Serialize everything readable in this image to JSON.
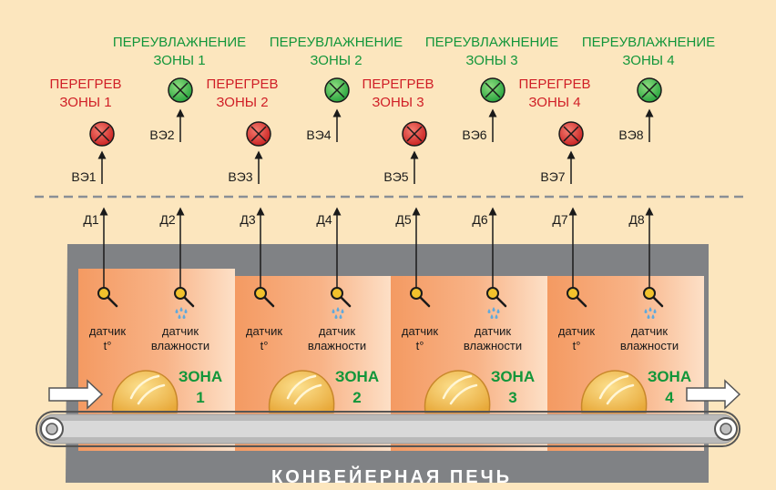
{
  "oven_title": "КОНВЕЙЕРНАЯ ПЕЧЬ",
  "colors": {
    "background": "#FCE6BE",
    "oven_gray": "#808285",
    "zone_orange": "#F6A46E",
    "overheat_text": "#D01E26",
    "overheat_lamp": "#D9312C",
    "humidity_text": "#12963A",
    "humidity_lamp": "#3CB44A",
    "zone_label": "#12963A",
    "conveyor": "#8C8C8C"
  },
  "zones": [
    {
      "zone_label": "ЗОНА",
      "zone_num": "1",
      "overheat_line1": "ПЕРЕГРЕВ",
      "overheat_line2": "ЗОНЫ 1",
      "humidity_line1": "ПЕРЕУВЛАЖНЕНИЕ",
      "humidity_line2": "ЗОНЫ 1",
      "overheat_output": "ВЭ1",
      "humidity_output": "ВЭ2",
      "temp_sensor_id": "Д1",
      "humidity_sensor_id": "Д2",
      "temp_label_line1": "датчик",
      "temp_label_line2": "t°",
      "humidity_label_line1": "датчик",
      "humidity_label_line2": "влажности"
    },
    {
      "zone_label": "ЗОНА",
      "zone_num": "2",
      "overheat_line1": "ПЕРЕГРЕВ",
      "overheat_line2": "ЗОНЫ 2",
      "humidity_line1": "ПЕРЕУВЛАЖНЕНИЕ",
      "humidity_line2": "ЗОНЫ 2",
      "overheat_output": "ВЭ3",
      "humidity_output": "ВЭ4",
      "temp_sensor_id": "Д3",
      "humidity_sensor_id": "Д4",
      "temp_label_line1": "датчик",
      "temp_label_line2": "t°",
      "humidity_label_line1": "датчик",
      "humidity_label_line2": "влажности"
    },
    {
      "zone_label": "ЗОНА",
      "zone_num": "3",
      "overheat_line1": "ПЕРЕГРЕВ",
      "overheat_line2": "ЗОНЫ 3",
      "humidity_line1": "ПЕРЕУВЛАЖНЕНИЕ",
      "humidity_line2": "ЗОНЫ 3",
      "overheat_output": "ВЭ5",
      "humidity_output": "ВЭ6",
      "temp_sensor_id": "Д5",
      "humidity_sensor_id": "Д6",
      "temp_label_line1": "датчик",
      "temp_label_line2": "t°",
      "humidity_label_line1": "датчик",
      "humidity_label_line2": "влажности"
    },
    {
      "zone_label": "ЗОНА",
      "zone_num": "4",
      "overheat_line1": "ПЕРЕГРЕВ",
      "overheat_line2": "ЗОНЫ 4",
      "humidity_line1": "ПЕРЕУВЛАЖНЕНИЕ",
      "humidity_line2": "ЗОНЫ 4",
      "overheat_output": "ВЭ7",
      "humidity_output": "ВЭ8",
      "temp_sensor_id": "Д7",
      "humidity_sensor_id": "Д8",
      "temp_label_line1": "датчик",
      "temp_label_line2": "t°",
      "humidity_label_line1": "датчик",
      "humidity_label_line2": "влажности"
    }
  ]
}
